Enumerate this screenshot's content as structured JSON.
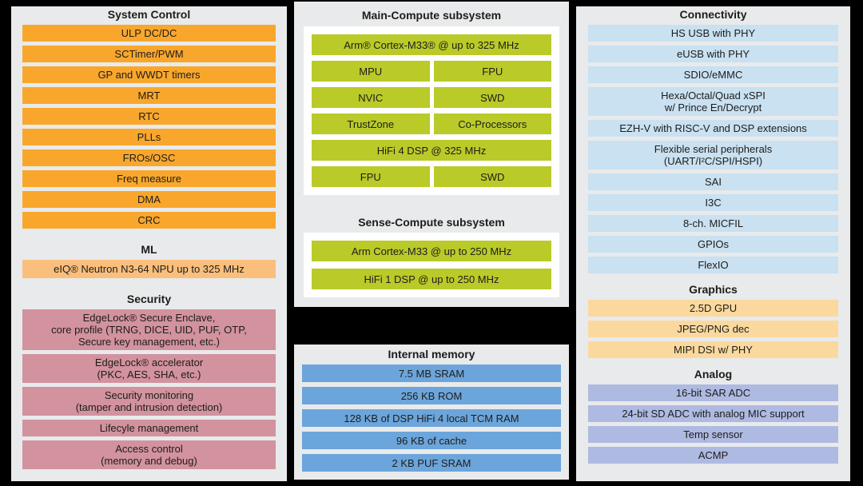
{
  "diagram": {
    "palette": {
      "orange": "#F9A72C",
      "peach": "#FABF7D",
      "rose": "#D2929E",
      "lime": "#BACA28",
      "blue": "#6CA5DB",
      "light_blue": "#C9E1F1",
      "light_orange": "#FBD99E",
      "lavender": "#AFBAE2",
      "panel_bg": "#E8EAEB",
      "box_bg": "#FFFFFF",
      "text": "#1D1D1B",
      "page_bg": "#000000"
    },
    "columns": [
      {
        "panels": [
          {
            "sections": [
              {
                "title": "System Control",
                "color": "orange",
                "boxed": false,
                "rows": [
                  {
                    "cells": [
                      "ULP DC/DC"
                    ]
                  },
                  {
                    "cells": [
                      "SCTimer/PWM"
                    ]
                  },
                  {
                    "cells": [
                      "GP and WWDT timers"
                    ]
                  },
                  {
                    "cells": [
                      "MRT"
                    ]
                  },
                  {
                    "cells": [
                      "RTC"
                    ]
                  },
                  {
                    "cells": [
                      "PLLs"
                    ]
                  },
                  {
                    "cells": [
                      "FROs/OSC"
                    ]
                  },
                  {
                    "cells": [
                      "Freq measure"
                    ]
                  },
                  {
                    "cells": [
                      "DMA"
                    ]
                  },
                  {
                    "cells": [
                      "CRC"
                    ]
                  }
                ]
              },
              {
                "title": "ML",
                "color": "peach",
                "boxed": false,
                "rows": [
                  {
                    "cells": [
                      "eIQ® Neutron N3-64 NPU up to 325 MHz"
                    ]
                  }
                ]
              },
              {
                "title": "Security",
                "color": "rose",
                "boxed": false,
                "rows": [
                  {
                    "cells": [
                      "EdgeLock® Secure Enclave,\ncore profile (TRNG, DICE, UID, PUF, OTP,\nSecure key management, etc.)"
                    ]
                  },
                  {
                    "cells": [
                      "EdgeLock® accelerator\n(PKC, AES, SHA, etc.)"
                    ]
                  },
                  {
                    "cells": [
                      "Security monitoring\n(tamper and intrusion detection)"
                    ]
                  },
                  {
                    "cells": [
                      "Lifecyle management"
                    ]
                  },
                  {
                    "cells": [
                      "Access control\n(memory and debug)"
                    ]
                  }
                ]
              }
            ]
          }
        ]
      },
      {
        "panels": [
          {
            "sections": [
              {
                "title": "Main-Compute subsystem",
                "color": "lime",
                "boxed": true,
                "rows": [
                  {
                    "cells": [
                      "Arm® Cortex-M33® @ up to 325 MHz"
                    ]
                  },
                  {
                    "cells": [
                      "MPU",
                      "FPU"
                    ]
                  },
                  {
                    "cells": [
                      "NVIC",
                      "SWD"
                    ]
                  },
                  {
                    "cells": [
                      "TrustZone",
                      "Co-Processors"
                    ]
                  },
                  {
                    "cells": [
                      "HiFi 4 DSP @ 325 MHz"
                    ]
                  },
                  {
                    "cells": [
                      "FPU",
                      "SWD"
                    ]
                  }
                ]
              },
              {
                "title": "Sense-Compute subsystem",
                "color": "lime",
                "boxed": true,
                "rows": [
                  {
                    "cells": [
                      "Arm Cortex-M33 @ up to 250 MHz"
                    ]
                  },
                  {
                    "cells": [
                      "HiFi 1 DSP @ up to 250 MHz"
                    ]
                  }
                ]
              }
            ]
          },
          {
            "sections": [
              {
                "title": "Internal memory",
                "color": "blue",
                "boxed": false,
                "rows": [
                  {
                    "cells": [
                      "7.5 MB SRAM"
                    ]
                  },
                  {
                    "cells": [
                      "256 KB ROM"
                    ]
                  },
                  {
                    "cells": [
                      "128 KB of DSP HiFi 4 local TCM RAM"
                    ]
                  },
                  {
                    "cells": [
                      "96 KB of cache"
                    ]
                  },
                  {
                    "cells": [
                      "2 KB PUF SRAM"
                    ]
                  }
                ]
              }
            ]
          }
        ]
      },
      {
        "panels": [
          {
            "sections": [
              {
                "title": "Connectivity",
                "color": "light_blue",
                "boxed": false,
                "rows": [
                  {
                    "cells": [
                      "HS USB with PHY"
                    ]
                  },
                  {
                    "cells": [
                      "eUSB with PHY"
                    ]
                  },
                  {
                    "cells": [
                      "SDIO/eMMC"
                    ]
                  },
                  {
                    "cells": [
                      "Hexa/Octal/Quad xSPI\nw/ Prince En/Decrypt"
                    ]
                  },
                  {
                    "cells": [
                      "EZH-V with RISC-V and DSP extensions"
                    ]
                  },
                  {
                    "cells": [
                      "Flexible serial peripherals\n(UART/I²C/SPI/HSPI)"
                    ]
                  },
                  {
                    "cells": [
                      "SAI"
                    ]
                  },
                  {
                    "cells": [
                      "I3C"
                    ]
                  },
                  {
                    "cells": [
                      "8-ch. MICFIL"
                    ]
                  },
                  {
                    "cells": [
                      "GPIOs"
                    ]
                  },
                  {
                    "cells": [
                      "FlexIO"
                    ]
                  }
                ]
              },
              {
                "title": "Graphics",
                "color": "light_orange",
                "boxed": false,
                "rows": [
                  {
                    "cells": [
                      "2.5D GPU"
                    ]
                  },
                  {
                    "cells": [
                      "JPEG/PNG dec"
                    ]
                  },
                  {
                    "cells": [
                      "MIPI DSI w/ PHY"
                    ]
                  }
                ]
              },
              {
                "title": "Analog",
                "color": "lavender",
                "boxed": false,
                "rows": [
                  {
                    "cells": [
                      "16-bit SAR ADC"
                    ]
                  },
                  {
                    "cells": [
                      "24-bit SD ADC with analog MIC support"
                    ]
                  },
                  {
                    "cells": [
                      "Temp sensor"
                    ]
                  },
                  {
                    "cells": [
                      "ACMP"
                    ]
                  }
                ]
              }
            ]
          }
        ]
      }
    ]
  }
}
